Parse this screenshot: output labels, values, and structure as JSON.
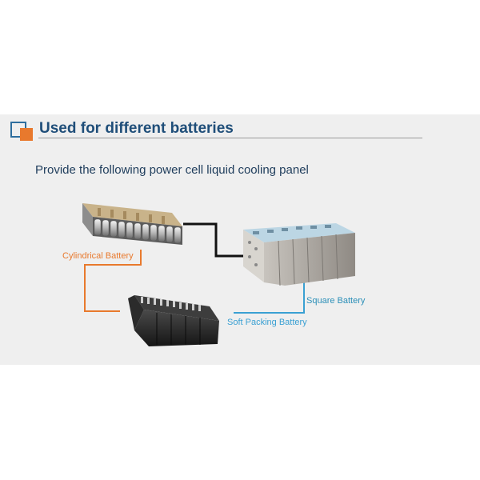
{
  "slide": {
    "title": "Used for different batteries",
    "subtitle": "Provide the following power cell liquid cooling panel"
  },
  "labels": {
    "cylindrical": "Cylindrical Battery",
    "square": "Square Battery",
    "soft": "Soft Packing Battery"
  },
  "colors": {
    "title": "#1f4e79",
    "accent_orange": "#e8792d",
    "accent_blue": "#3aa0d3",
    "background": "#efefef"
  }
}
